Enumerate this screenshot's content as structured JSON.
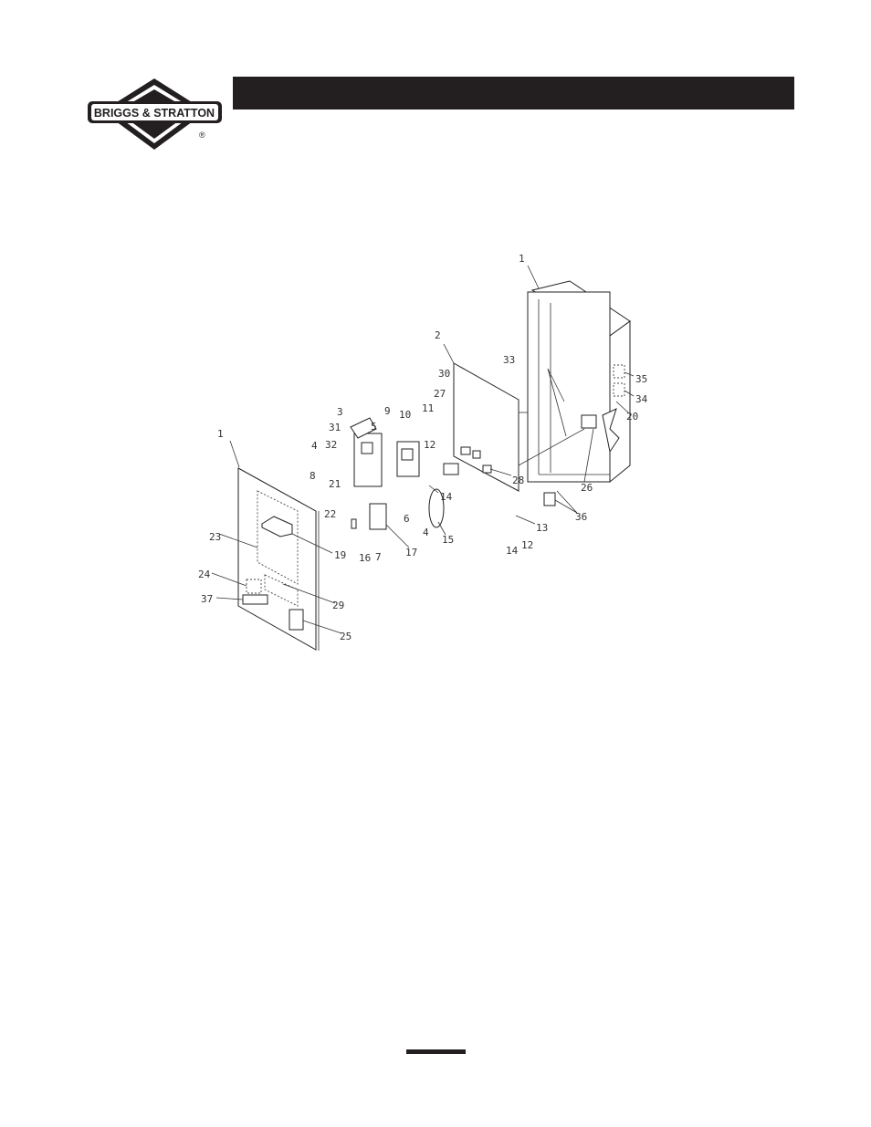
{
  "header": {
    "brand": "BRIGGS & STRATTON",
    "registered_mark": "®"
  },
  "diagram": {
    "callouts": [
      "1",
      "1",
      "2",
      "30",
      "27",
      "33",
      "35",
      "34",
      "20",
      "3",
      "9",
      "10",
      "11",
      "31",
      "5",
      "12",
      "32",
      "4",
      "8",
      "21",
      "14",
      "28",
      "26",
      "22",
      "6",
      "36",
      "23",
      "19",
      "16",
      "7",
      "17",
      "4",
      "15",
      "13",
      "12",
      "14",
      "24",
      "37",
      "29",
      "25"
    ]
  }
}
